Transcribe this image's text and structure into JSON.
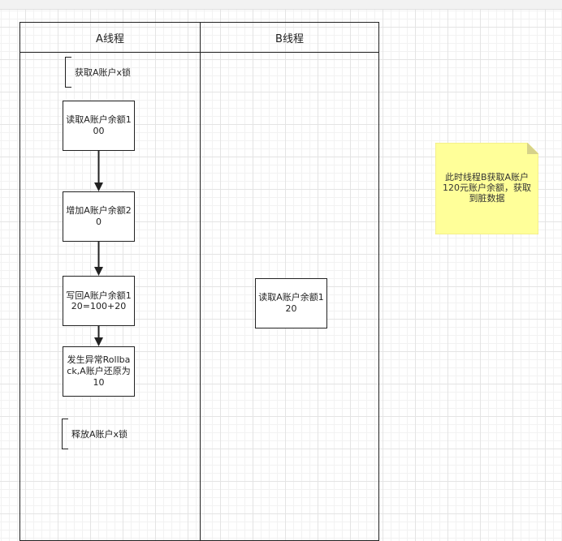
{
  "lanes": {
    "a": {
      "title": "A线程"
    },
    "b": {
      "title": "B线程"
    }
  },
  "lane_a": {
    "acquire_lock": "获取A账户x锁",
    "read_balance": "读取A账户余额100",
    "add_balance": "增加A账户余额20",
    "write_back": "写回A账户余额120=100+20",
    "rollback": "发生异常Rollback,A账户还原为10",
    "release_lock": "释放A账户x锁"
  },
  "lane_b": {
    "read_balance": "读取A账户余额120"
  },
  "sticky_note": {
    "text": "此时线程B获取A账户120元账户余额，获取到脏数据",
    "color": "#ffff99"
  },
  "colors": {
    "stroke": "#222222",
    "grid": "#e4e4e4"
  }
}
